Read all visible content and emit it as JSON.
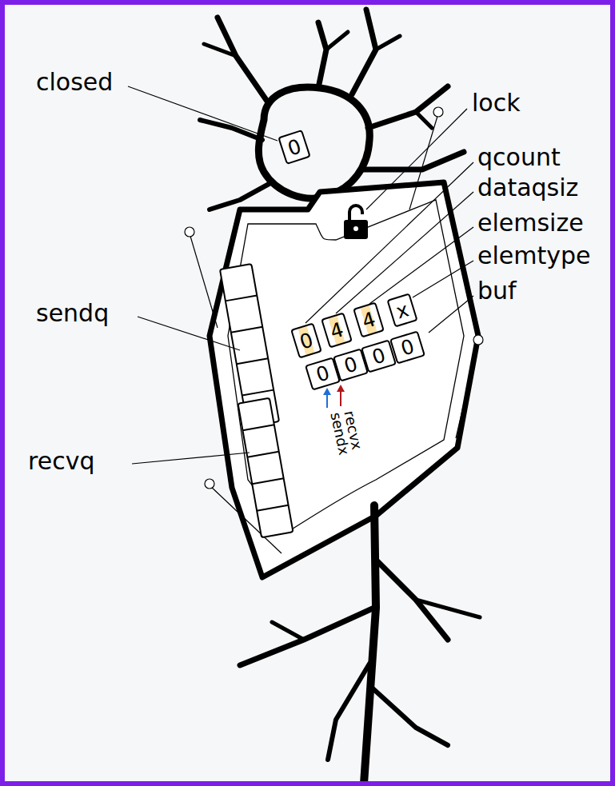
{
  "diagram": {
    "nodes": [
      {
        "text": [
          "0"
        ]
      },
      {
        "text": [
          "0"
        ]
      },
      {
        "text": [
          "4"
        ]
      },
      {
        "text": [
          "4"
        ]
      },
      {
        "text": [
          "x"
        ]
      },
      {
        "text": [
          "0"
        ]
      },
      {
        "text": [
          "0"
        ]
      },
      {
        "text": [
          "0"
        ]
      },
      {
        "text": [
          "0"
        ]
      }
    ],
    "labels": [
      "closed",
      "lock",
      "qcount",
      "dataqsiz",
      "elemsize",
      "elemtype",
      "buf",
      "sendq",
      "recvq",
      "recvx",
      "sendx"
    ]
  }
}
